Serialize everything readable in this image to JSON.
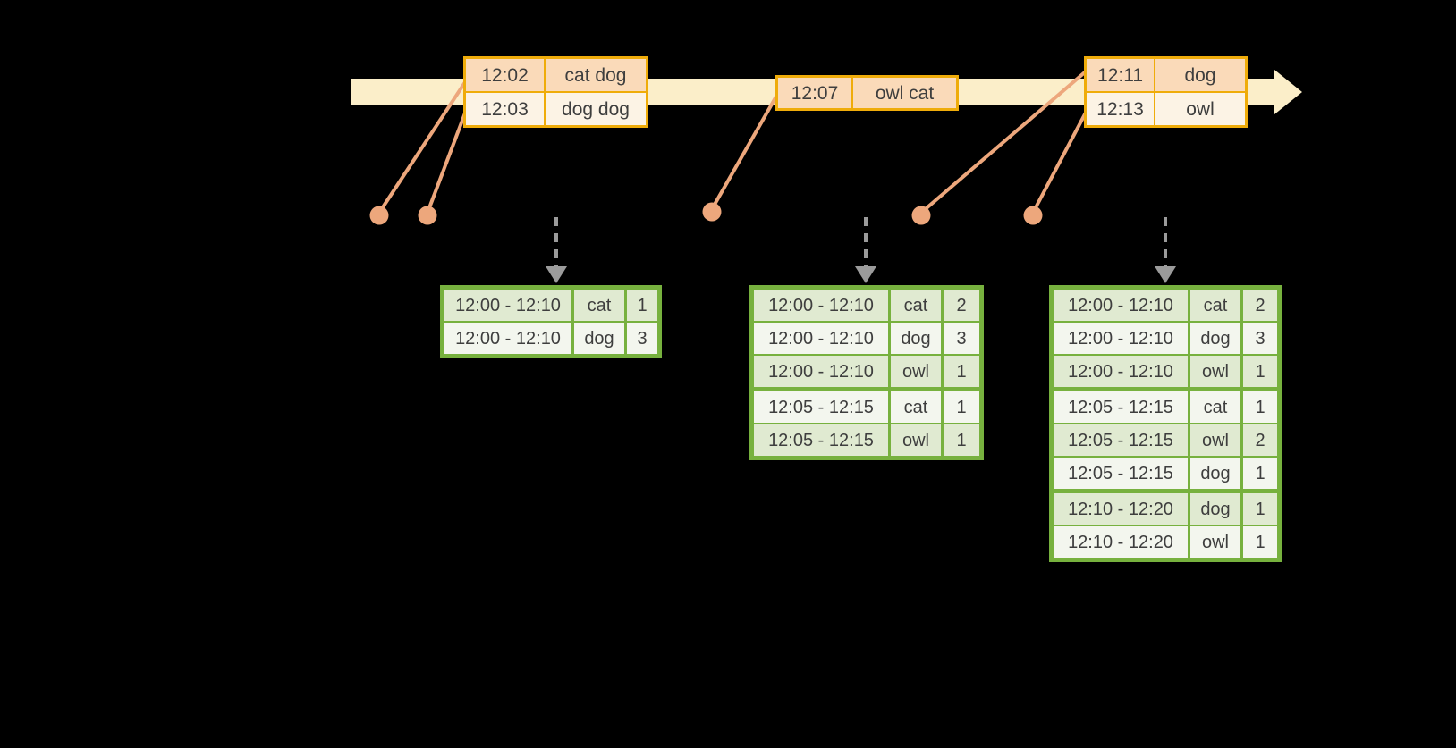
{
  "palette": {
    "background": "#000000",
    "timeline_fill": "#fbeec9",
    "event_box_border": "#efac0a",
    "event_row_fill_dark": "#fadab9",
    "event_row_fill_light": "#fcf3e5",
    "connector_color": "#eda77c",
    "trigger_arrow_color": "#9b9b9b",
    "result_table_border": "#77b13e",
    "result_row_fill_dark": "#e0ead1",
    "result_row_fill_light": "#f3f6ee",
    "text_color": "#3e3e3e"
  },
  "timeline": {
    "events": [
      {
        "rows": [
          {
            "time": "12:02",
            "words": "cat dog"
          },
          {
            "time": "12:03",
            "words": "dog dog"
          }
        ]
      },
      {
        "rows": [
          {
            "time": "12:07",
            "words": "owl cat"
          }
        ]
      },
      {
        "rows": [
          {
            "time": "12:11",
            "words": "dog"
          },
          {
            "time": "12:13",
            "words": "owl"
          }
        ]
      }
    ]
  },
  "result_tables": [
    {
      "rows": [
        {
          "window": "12:00 - 12:10",
          "word": "cat",
          "count": "1"
        },
        {
          "window": "12:00 - 12:10",
          "word": "dog",
          "count": "3"
        }
      ]
    },
    {
      "rows": [
        {
          "window": "12:00 - 12:10",
          "word": "cat",
          "count": "2"
        },
        {
          "window": "12:00 - 12:10",
          "word": "dog",
          "count": "3"
        },
        {
          "window": "12:00 - 12:10",
          "word": "owl",
          "count": "1"
        },
        {
          "window": "12:05 - 12:15",
          "word": "cat",
          "count": "1"
        },
        {
          "window": "12:05 - 12:15",
          "word": "owl",
          "count": "1"
        }
      ]
    },
    {
      "rows": [
        {
          "window": "12:00 - 12:10",
          "word": "cat",
          "count": "2"
        },
        {
          "window": "12:00 - 12:10",
          "word": "dog",
          "count": "3"
        },
        {
          "window": "12:00 - 12:10",
          "word": "owl",
          "count": "1"
        },
        {
          "window": "12:05 - 12:15",
          "word": "cat",
          "count": "1"
        },
        {
          "window": "12:05 - 12:15",
          "word": "owl",
          "count": "2"
        },
        {
          "window": "12:05 - 12:15",
          "word": "dog",
          "count": "1"
        },
        {
          "window": "12:10 - 12:20",
          "word": "dog",
          "count": "1"
        },
        {
          "window": "12:10 - 12:20",
          "word": "owl",
          "count": "1"
        }
      ]
    }
  ]
}
